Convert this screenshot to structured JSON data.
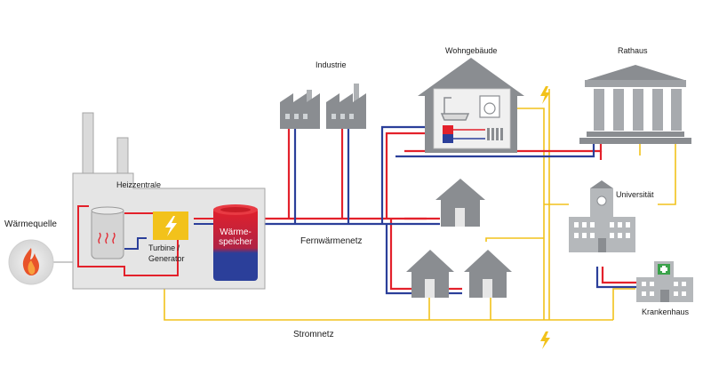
{
  "labels": {
    "heat_source": "Wärmequelle",
    "heating_plant": "Heizzentrale",
    "turbine": "Turbine /\nGenerator",
    "heat_storage": "Wärme-\nspeicher",
    "district_heating_network": "Fernwärmenetz",
    "power_grid": "Stromnetz",
    "industry": "Industrie",
    "residential_building": "Wohngebäude",
    "town_hall": "Rathaus",
    "university": "Universität",
    "hospital": "Krankenhaus"
  },
  "colors": {
    "supply_pipe": "#e3212b",
    "return_pipe": "#2b3f9a",
    "power_line": "#f2c21b",
    "building_grey": "#8a8d91",
    "building_light": "#e6e6e6",
    "plant_fill": "#e5e5e5",
    "flame": "#e8532a"
  },
  "icons": [
    "flame-icon",
    "lightning-icon",
    "factory-icon",
    "house-icon",
    "columns-building-icon",
    "hospital-cross-icon",
    "clock-icon",
    "shower-icon",
    "washing-machine-icon",
    "radiator-icon"
  ]
}
